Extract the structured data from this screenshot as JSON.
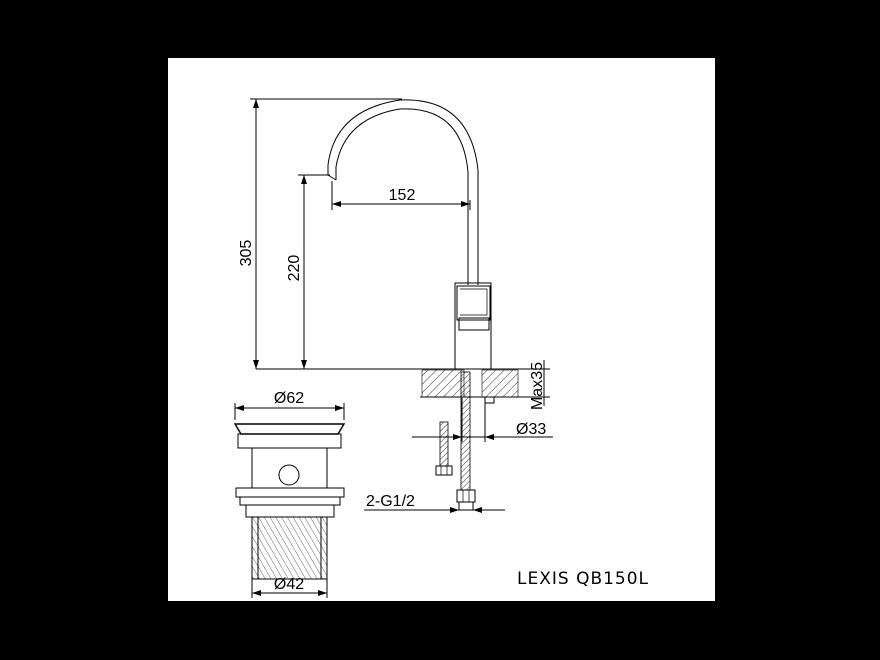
{
  "dimensions": {
    "total_height": "305",
    "spout_height": "220",
    "spout_reach": "152",
    "max_deck": "Max35",
    "hole_diameter": "Ø33",
    "connection": "2-G1/2",
    "waste_top": "Ø62",
    "waste_bottom": "Ø42"
  },
  "model": "LEXIS QB150L"
}
